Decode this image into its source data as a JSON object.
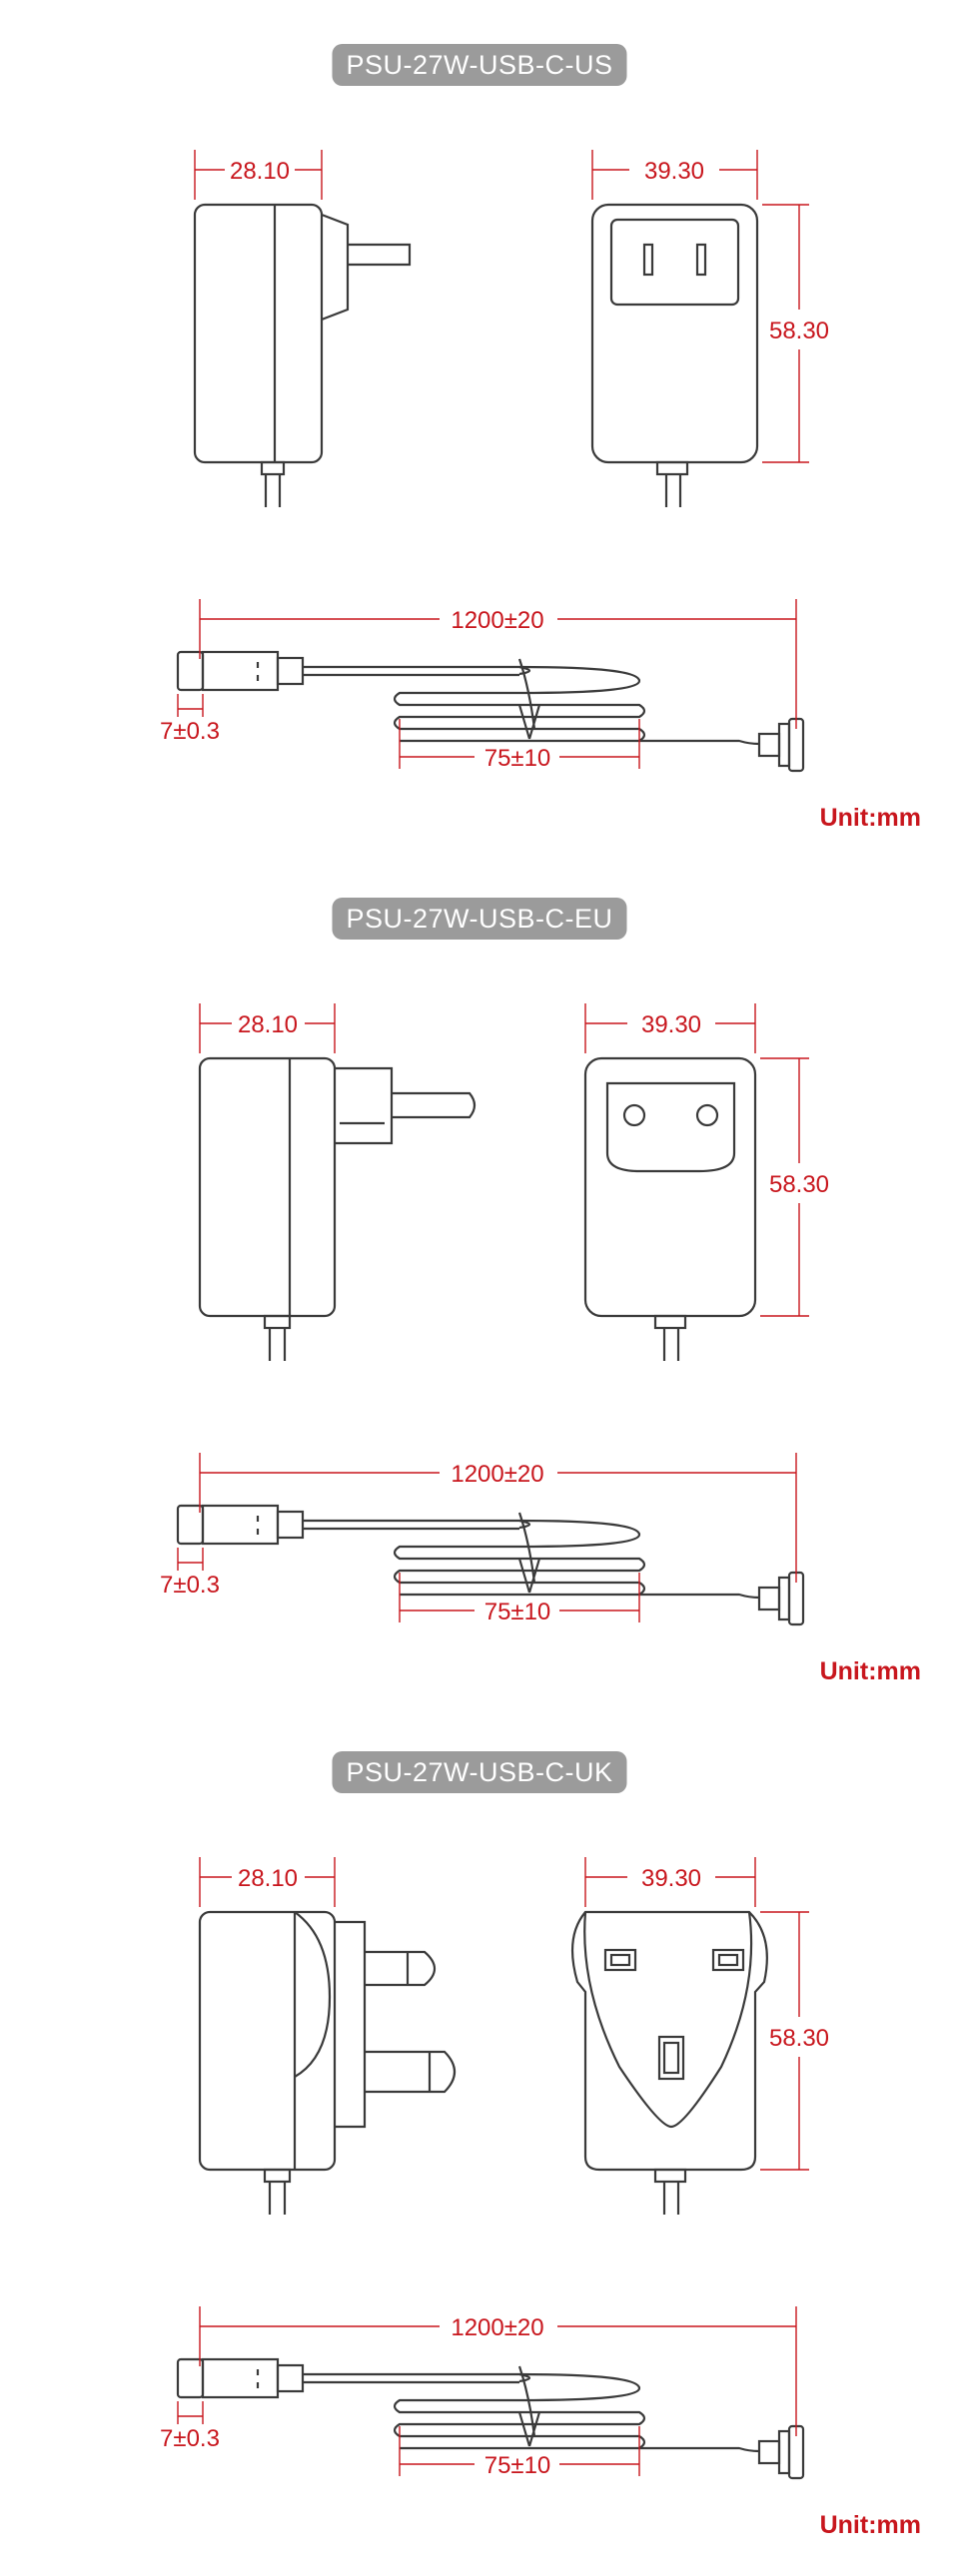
{
  "sections": [
    {
      "title": "PSU-27W-USB-C-US",
      "variant": "US",
      "dims": {
        "width": "28.10",
        "front_width": "39.30",
        "height": "58.30",
        "cable_length": "1200±20",
        "connector_length": "7±0.3",
        "bundle_length": "75±10"
      },
      "unit": "Unit:mm"
    },
    {
      "title": "PSU-27W-USB-C-EU",
      "variant": "EU",
      "dims": {
        "width": "28.10",
        "front_width": "39.30",
        "height": "58.30",
        "cable_length": "1200±20",
        "connector_length": "7±0.3",
        "bundle_length": "75±10"
      },
      "unit": "Unit:mm"
    },
    {
      "title": "PSU-27W-USB-C-UK",
      "variant": "UK",
      "dims": {
        "width": "28.10",
        "front_width": "39.30",
        "height": "58.30",
        "cable_length": "1200±20",
        "connector_length": "7±0.3",
        "bundle_length": "75±10"
      },
      "unit": "Unit:mm"
    }
  ],
  "colors": {
    "dimension": "#c8161d",
    "outline": "#3a3a3a",
    "title_bg": "#9b9b9b"
  }
}
